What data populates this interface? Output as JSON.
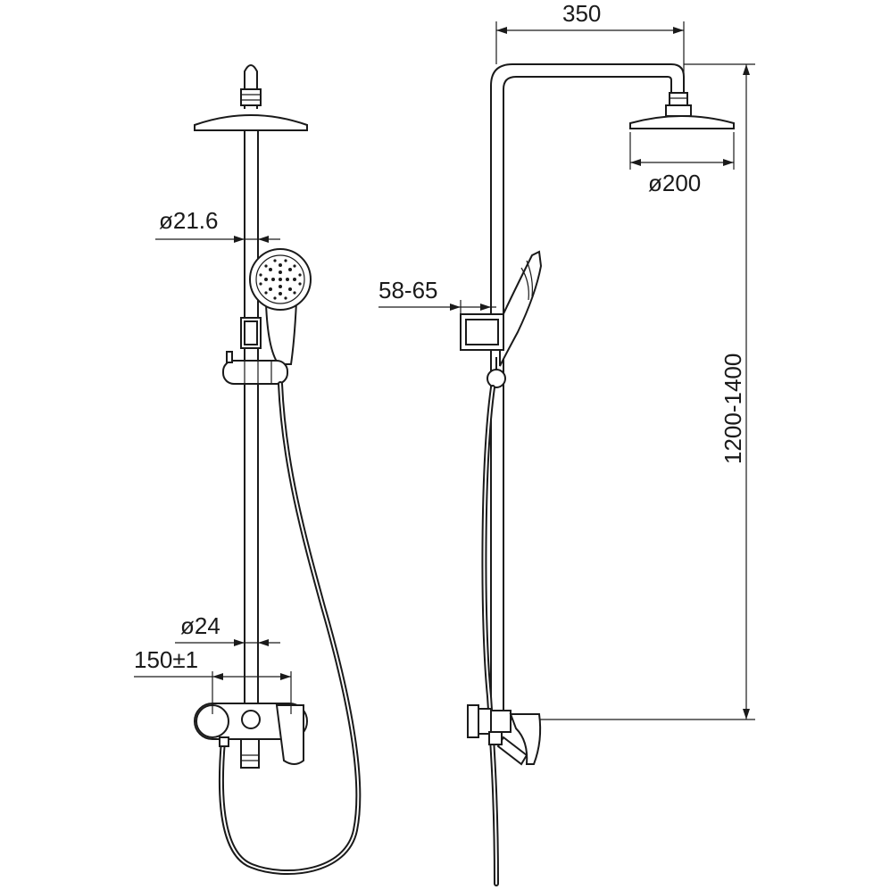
{
  "dimensions": {
    "rail_diameter": "ø21.6",
    "pipe_diameter": "ø24",
    "inlet_spacing": "150±1",
    "arm_reach": "350",
    "head_diameter": "ø200",
    "holder_offset": "58-65",
    "height_range": "1200-1400"
  },
  "icons": [
    "shower-head-icon",
    "hand-shower-icon",
    "mixer-valve-icon",
    "hose-icon"
  ]
}
